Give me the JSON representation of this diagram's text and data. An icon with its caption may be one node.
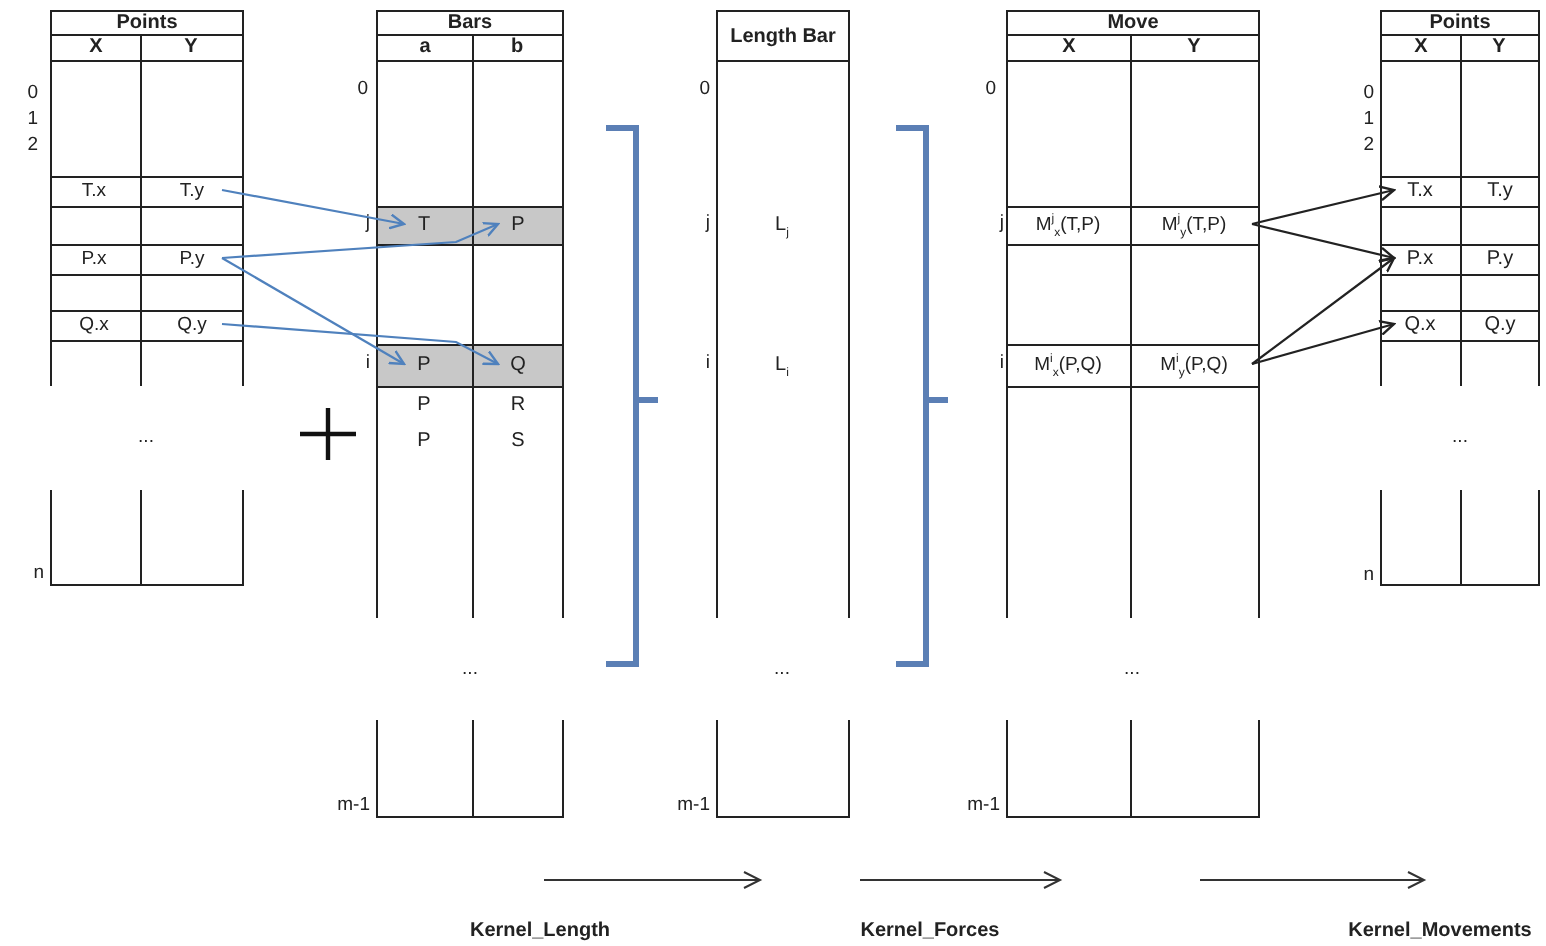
{
  "diagram": {
    "nodes": [
      {
        "text": [
          "Points",
          "X",
          "Y"
        ]
      },
      {
        "text": [
          "T.x"
        ],
        "in": 0
      },
      {
        "text": [
          "T.y"
        ],
        "in": 0
      },
      {
        "text": [
          "P.x"
        ],
        "in": 0
      },
      {
        "text": [
          "P.y"
        ],
        "in": 0
      },
      {
        "text": [
          "Q.x"
        ],
        "in": 0
      },
      {
        "text": [
          "Q.y"
        ],
        "in": 0
      },
      {
        "text": [
          "Bars",
          "a",
          "b"
        ]
      },
      {
        "text": [
          "T"
        ],
        "in": 7
      },
      {
        "text": [
          "P"
        ],
        "in": 7
      },
      {
        "text": [
          "P"
        ],
        "in": 7
      },
      {
        "text": [
          "Q"
        ],
        "in": 7
      },
      {
        "text": [
          "P"
        ],
        "in": 7
      },
      {
        "text": [
          "R"
        ],
        "in": 7
      },
      {
        "text": [
          "P"
        ],
        "in": 7
      },
      {
        "text": [
          "S"
        ],
        "in": 7
      },
      {
        "text": [
          "Length Bar"
        ]
      },
      {
        "text": [
          "L$_{j}$"
        ],
        "in": 16
      },
      {
        "text": [
          "L$_{i}$"
        ],
        "in": 16
      },
      {
        "text": [
          "Move",
          "X",
          "Y"
        ]
      },
      {
        "text": [
          "M$^{j}$$_{x}$(T,P)"
        ],
        "in": 19
      },
      {
        "text": [
          "M$^{j}$$_{y}$(T,P)"
        ],
        "in": 19
      },
      {
        "text": [
          "M$^{i}$$_{x}$(P,Q)"
        ],
        "in": 19
      },
      {
        "text": [
          "M$^{i}$$_{y}$(P,Q)"
        ],
        "in": 19
      },
      {
        "text": [
          "Points",
          "X",
          "Y"
        ]
      },
      {
        "text": [
          "T.x"
        ],
        "in": 24
      },
      {
        "text": [
          "T.y"
        ],
        "in": 24
      },
      {
        "text": [
          "P.x"
        ],
        "in": 24
      },
      {
        "text": [
          "P.y"
        ],
        "in": 24
      },
      {
        "text": [
          "Q.x"
        ],
        "in": 24
      },
      {
        "text": [
          "Q.y"
        ],
        "in": 24
      }
    ],
    "edges": [
      {
        "from": 2,
        "to": 8,
        "arrow": "to",
        "color": "#4f81bd"
      },
      {
        "from": 4,
        "to": 9,
        "arrow": "to",
        "color": "#4f81bd"
      },
      {
        "from": 4,
        "to": 10,
        "arrow": "to",
        "color": "#4f81bd"
      },
      {
        "from": 6,
        "to": 11,
        "arrow": "to",
        "color": "#4f81bd"
      },
      {
        "from": 21,
        "to": 25,
        "arrow": "to",
        "color": "#222222"
      },
      {
        "from": 21,
        "to": 27,
        "arrow": "to",
        "color": "#222222"
      },
      {
        "from": 23,
        "to": 27,
        "arrow": "to",
        "color": "#222222"
      },
      {
        "from": 23,
        "to": 29,
        "arrow": "to",
        "color": "#222222"
      }
    ],
    "labels": [
      "0",
      "1",
      "2",
      "n",
      "...",
      "0",
      "j",
      "i",
      "m-1",
      "...",
      "0",
      "j",
      "i",
      "m-1",
      "...",
      "0",
      "j",
      "i",
      "m-1",
      "...",
      "0",
      "1",
      "2",
      "n",
      "...",
      "Kernel_Length",
      "Kernel_Forces",
      "Kernel_Movements"
    ]
  }
}
